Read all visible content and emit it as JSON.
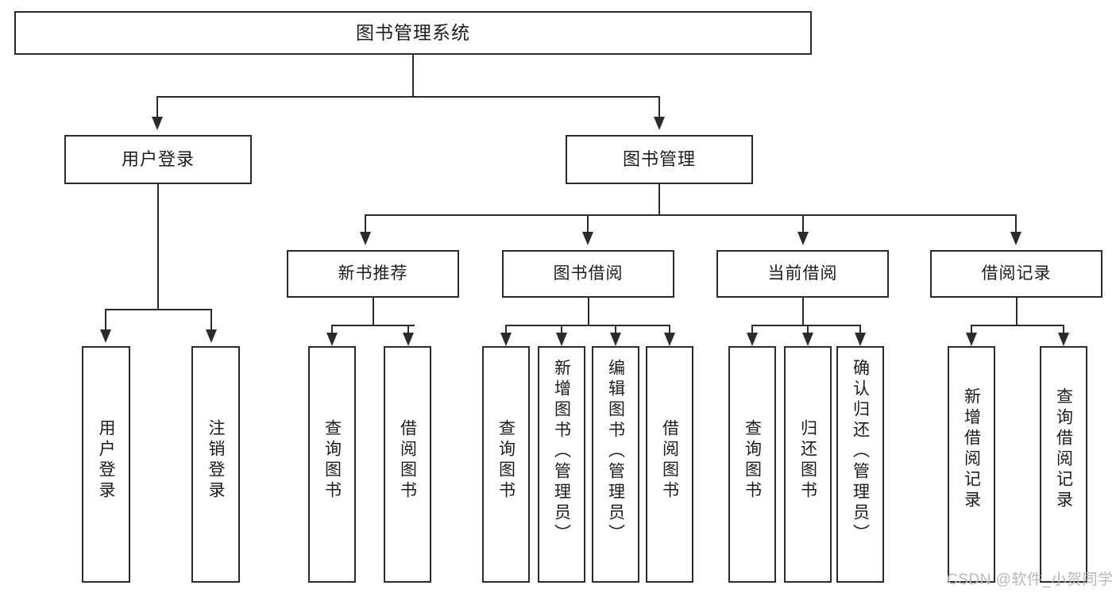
{
  "diagram": {
    "type": "hierarchy-tree",
    "title": "图书管理系统",
    "watermark": "CSDN @软件_小贺同学",
    "nodes": {
      "root": {
        "label": "图书管理系统"
      },
      "level2": [
        {
          "id": "user-login",
          "label": "用户登录"
        },
        {
          "id": "book-management",
          "label": "图书管理"
        }
      ],
      "level3": [
        {
          "id": "new-book-recommend",
          "label": "新书推荐"
        },
        {
          "id": "book-borrow",
          "label": "图书借阅"
        },
        {
          "id": "current-borrow",
          "label": "当前借阅"
        },
        {
          "id": "borrow-record",
          "label": "借阅记录"
        }
      ],
      "leaves": {
        "user_login": [
          {
            "id": "leaf-user-login",
            "label": "用户登录"
          },
          {
            "id": "leaf-logout-login",
            "label": "注销登录"
          }
        ],
        "new_book_recommend": [
          {
            "id": "leaf-query-book-1",
            "label": "查询图书"
          },
          {
            "id": "leaf-borrow-book-1",
            "label": "借阅图书"
          }
        ],
        "book_borrow": [
          {
            "id": "leaf-query-book-2",
            "label": "查询图书"
          },
          {
            "id": "leaf-add-book",
            "label": "新增图书（管理员）"
          },
          {
            "id": "leaf-edit-book",
            "label": "编辑图书（管理员）"
          },
          {
            "id": "leaf-borrow-book-2",
            "label": "借阅图书"
          }
        ],
        "current_borrow": [
          {
            "id": "leaf-query-book-3",
            "label": "查询图书"
          },
          {
            "id": "leaf-return-book",
            "label": "归还图书"
          },
          {
            "id": "leaf-confirm-return",
            "label": "确认归还（管理员）"
          }
        ],
        "borrow_record": [
          {
            "id": "leaf-add-record",
            "label": "新增借阅记录"
          },
          {
            "id": "leaf-query-record",
            "label": "查询借阅记录"
          }
        ]
      }
    },
    "colors": {
      "stroke": "#2b2b2b",
      "fill": "#ffffff",
      "text": "#1c1c1c",
      "watermark": "#b9b9b9"
    }
  }
}
